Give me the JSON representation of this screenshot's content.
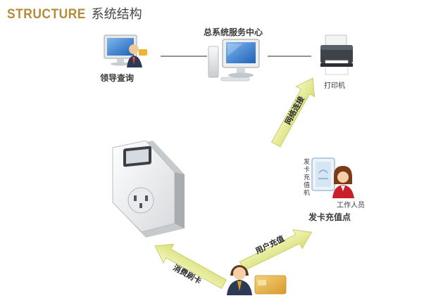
{
  "header": {
    "brand": "STRUCTURE",
    "title": "系统结构"
  },
  "nodes": {
    "center": "总系统服务中心",
    "leader": "领导查询",
    "printer": "打印机",
    "station": "发卡充值点",
    "machine": "发卡充值机",
    "staff": "工作人员"
  },
  "links": {
    "network": "网络连接",
    "recharge": "用户充值",
    "consume": "消费刷卡"
  },
  "icons": [
    "monitor-user-icon",
    "desktop-computer-icon",
    "printer-icon",
    "card-machine-icon",
    "staff-woman-icon",
    "businessman-icon",
    "bank-card-icon",
    "smart-socket-meter-icon",
    "arrow-icon"
  ],
  "colors": {
    "brand": "#b58b3a",
    "arrow": "#e9ee9a",
    "arrow_edge": "#c9cf6a",
    "screen": "#1e63b8"
  }
}
